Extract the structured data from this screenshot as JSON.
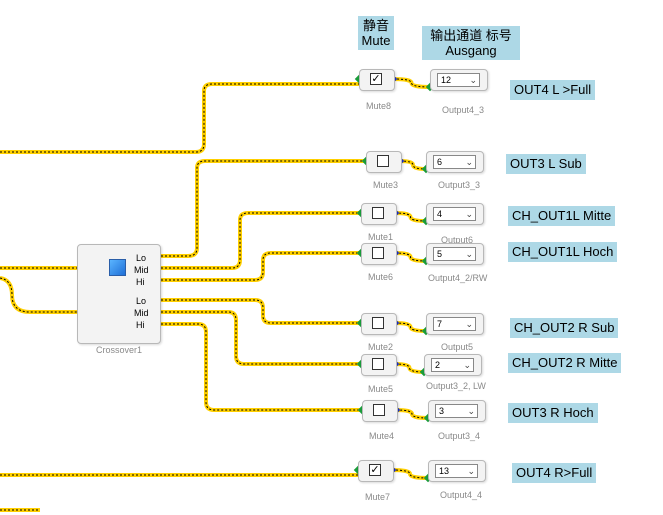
{
  "headers": {
    "mute": {
      "line1": "静音",
      "line2": "Mute"
    },
    "output": {
      "line1": "输出通道 标号",
      "line2": "Ausgang"
    }
  },
  "crossover": {
    "caption": "Crossover1",
    "ports": [
      "Lo",
      "Mid",
      "Hi",
      "Lo",
      "Mid",
      "Hi"
    ]
  },
  "rows": [
    {
      "mute_caption": "Mute8",
      "mute_checked": true,
      "output_value": "12",
      "output_caption": "Output4_3",
      "channel_label": "OUT4 L >Full"
    },
    {
      "mute_caption": "Mute3",
      "mute_checked": false,
      "output_value": "6",
      "output_caption": "Output3_3",
      "channel_label": "OUT3 L Sub"
    },
    {
      "mute_caption": "Mute1",
      "mute_checked": false,
      "output_value": "4",
      "output_caption": "Output6",
      "channel_label": "CH_OUT1L Mitte"
    },
    {
      "mute_caption": "Mute6",
      "mute_checked": false,
      "output_value": "5",
      "output_caption": "Output4_2/RW",
      "channel_label": "CH_OUT1L Hoch"
    },
    {
      "mute_caption": "Mute2",
      "mute_checked": false,
      "output_value": "7",
      "output_caption": "Output5",
      "channel_label": "CH_OUT2 R Sub"
    },
    {
      "mute_caption": "Mute5",
      "mute_checked": false,
      "output_value": "2",
      "output_caption": "Output3_2, LW",
      "channel_label": "CH_OUT2 R Mitte"
    },
    {
      "mute_caption": "Mute4",
      "mute_checked": false,
      "output_value": "3",
      "output_caption": "Output3_4",
      "channel_label": "OUT3 R Hoch"
    },
    {
      "mute_caption": "Mute7",
      "mute_checked": true,
      "output_value": "13",
      "output_caption": "Output4_4",
      "channel_label": "OUT4 R>Full"
    }
  ],
  "colors": {
    "wire": "#ffd000",
    "wire_dash": "#000000",
    "port_in": "#1a9c3a",
    "port_out": "#1a2fd6",
    "label_bg": "#add8e6"
  },
  "icons": {
    "dropdown": "chevron-down-icon",
    "crossover": "crossover-icon"
  }
}
